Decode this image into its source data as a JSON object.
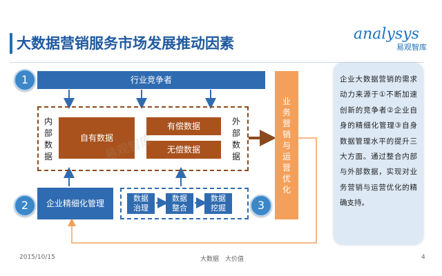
{
  "title": "大数据营销服务市场发展推动因素",
  "logo": {
    "word": "analysys",
    "cn": "易观智库"
  },
  "diagram": {
    "markers": [
      "1",
      "2",
      "3"
    ],
    "competitors": "行业竞争者",
    "internal": [
      "内",
      "部",
      "数",
      "据"
    ],
    "external": [
      "外",
      "部",
      "数",
      "据"
    ],
    "own_data": "自有数据",
    "paid_data": "有偿数据",
    "free_data": "无偿数据",
    "fine_mgmt": "企业精细化管理",
    "steps": [
      [
        "数据",
        "治理"
      ],
      [
        "数据",
        "整合"
      ],
      [
        "数据",
        "挖掘"
      ]
    ],
    "outcome": [
      "业",
      "务",
      "营",
      "销",
      "与",
      "运",
      "营",
      "优",
      "化"
    ]
  },
  "panel_text": "企业大数据营销的需求动力来源于①不断加速创新的竞争者②企业自身的精细化管理③自身数据管理水平的提升三大方面。通过整合内部与外部数据，实现对业务营销与运营优化的精确支持。",
  "footer": {
    "date": "2015/10/15",
    "tagline": "大数据　大价值",
    "page": "4"
  },
  "colors": {
    "blue": "#2f6bb0",
    "brown": "#a9521d",
    "orange": "#f4a05a",
    "panel": "#dde9f5"
  }
}
